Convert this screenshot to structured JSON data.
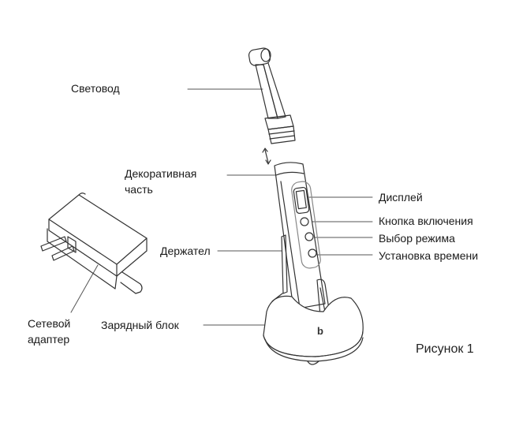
{
  "labels": {
    "light_guide": "Световод",
    "decorative_part_1": "Декоративная",
    "decorative_part_2": "часть",
    "display": "Дисплей",
    "power_button": "Кнопка включения",
    "mode_select": "Выбор режима",
    "time_setting": "Установка времени",
    "holder": "Держател",
    "charging_unit": "Зарядный блок",
    "adapter_1": "Сетевой",
    "adapter_2": "адаптер"
  },
  "caption": "Рисунок 1"
}
